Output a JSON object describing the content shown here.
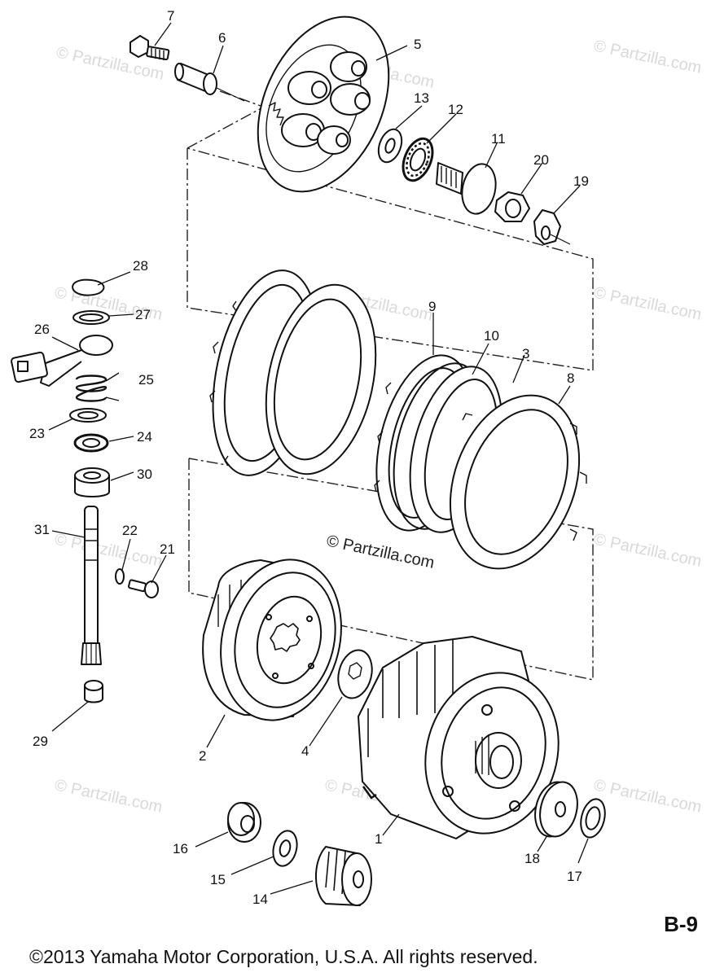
{
  "watermark": {
    "text": "© Partzilla.com"
  },
  "page_code": "B-9",
  "copyright": "©2013 Yamaha Motor Corporation, U.S.A. All rights reserved.",
  "callouts": {
    "c1": "1",
    "c2": "2",
    "c3": "3",
    "c4": "4",
    "c5": "5",
    "c6": "6",
    "c7": "7",
    "c8": "8",
    "c9": "9",
    "c10": "10",
    "c11": "11",
    "c12": "12",
    "c13": "13",
    "c14": "14",
    "c15": "15",
    "c16": "16",
    "c17": "17",
    "c18": "18",
    "c19": "19",
    "c20": "20",
    "c21": "21",
    "c22": "22",
    "c23": "23",
    "c24": "24",
    "c25": "25",
    "c26": "26",
    "c27": "27",
    "c28": "28",
    "c29": "29",
    "c30": "30",
    "c31": "31"
  }
}
